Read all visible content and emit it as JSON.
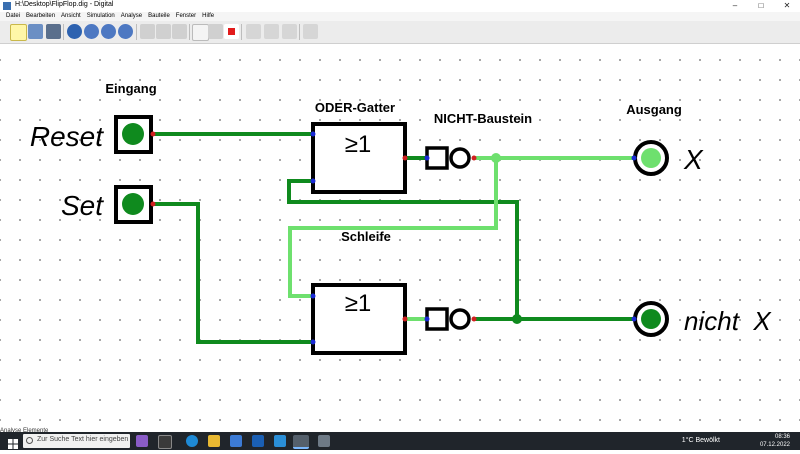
{
  "window": {
    "title": "H:\\Desktop\\FlipFlop.dig - Digital",
    "minimize": "–",
    "maximize": "□",
    "close": "✕"
  },
  "menu": [
    "Datei",
    "Bearbeiten",
    "Ansicht",
    "Simulation",
    "Analyse",
    "Bauteile",
    "Fenster",
    "Hilfe"
  ],
  "toolbar": {
    "icons": [
      "new-icon",
      "open-icon",
      "save-icon",
      "help-icon",
      "zoom-in-icon",
      "zoom-out-icon",
      "zoom-fit-icon",
      "undo-icon",
      "redo-icon",
      "delete-icon",
      "run-icon",
      "step-back-icon",
      "stop-icon",
      "select-icon",
      "analyse-icon",
      "pin-icon",
      "cursor-icon"
    ]
  },
  "circuit": {
    "label_eingang": "Eingang",
    "label_ausgang": "Ausgang",
    "label_oder": "ODER-Gatter",
    "label_nicht": "NICHT-Baustein",
    "label_schleife": "Schleife",
    "input_reset": "Reset",
    "input_set": "Set",
    "output_x": "X",
    "output_nicht_x": "nicht  X",
    "gate_symbol": "≥1",
    "colors": {
      "wire_dark": "#0f8a1e",
      "wire_light": "#6ee06e",
      "pin_in": "#1a2ad6",
      "pin_out": "#d02020"
    }
  },
  "status_bar": {
    "text": "Analyse Elemente"
  },
  "taskbar": {
    "search_placeholder": "Zur Suche Text hier eingeben",
    "weather": "1°C  Bewölkt",
    "time": "08:36",
    "date": "07.12.2022"
  }
}
